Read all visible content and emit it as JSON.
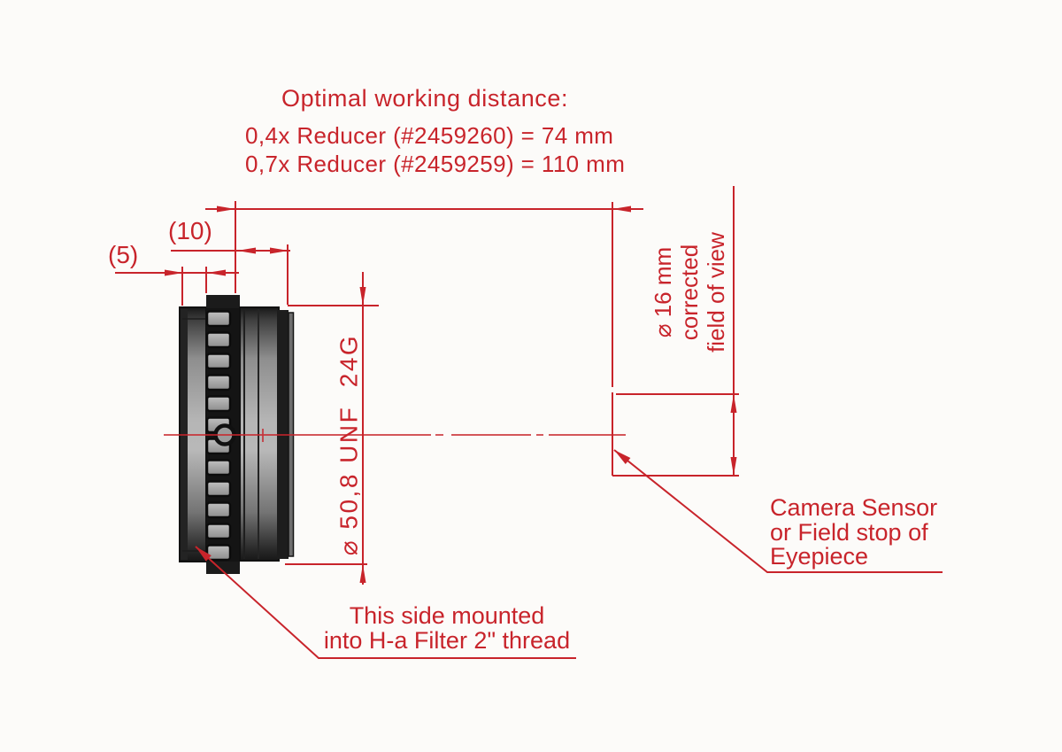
{
  "header": {
    "title": "Optimal working distance:",
    "specs": [
      "0,4x Reducer (#2459260) = 74 mm",
      "0,7x Reducer (#2459259) = 110 mm"
    ]
  },
  "dimensions": {
    "front_thread_length": "(5)",
    "mount_section_length": "(10)",
    "thread_spec": "⌀ 50,8 UNF  24G",
    "corrected_fov": {
      "line1": "⌀ 16 mm",
      "line2": "corrected",
      "line3": "field of view"
    }
  },
  "callouts": {
    "sensor": {
      "line1": "Camera Sensor",
      "line2": "or Field stop of",
      "line3": "Eyepiece"
    },
    "mount": {
      "line1": "This side mounted",
      "line2": "into H-a Filter 2\" thread"
    }
  },
  "colors": {
    "drawing_red": "#c8242b",
    "background": "#fcfbf9",
    "body_dark": "#161616",
    "body_gray": "#b2b2b2"
  }
}
